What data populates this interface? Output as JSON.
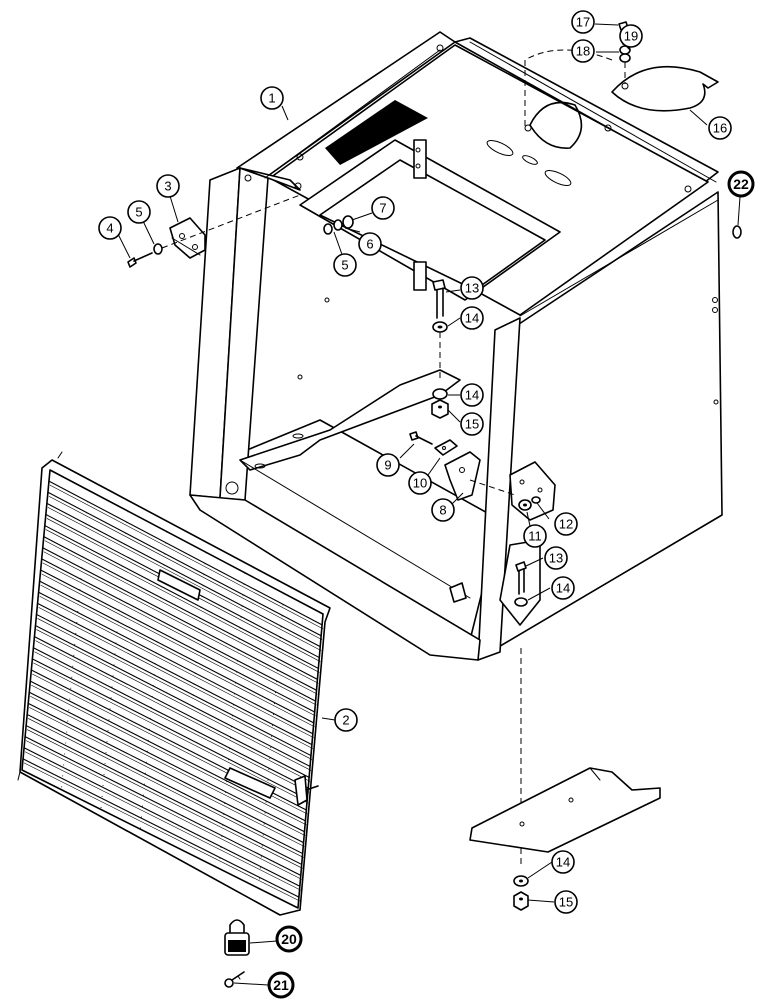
{
  "callouts": [
    {
      "id": "c1",
      "label": "1"
    },
    {
      "id": "c2",
      "label": "2"
    },
    {
      "id": "c3",
      "label": "3"
    },
    {
      "id": "c4",
      "label": "4"
    },
    {
      "id": "c5a",
      "label": "5"
    },
    {
      "id": "c5b",
      "label": "5"
    },
    {
      "id": "c6",
      "label": "6"
    },
    {
      "id": "c7",
      "label": "7"
    },
    {
      "id": "c8",
      "label": "8"
    },
    {
      "id": "c9",
      "label": "9"
    },
    {
      "id": "c10",
      "label": "10"
    },
    {
      "id": "c11",
      "label": "11"
    },
    {
      "id": "c12",
      "label": "12"
    },
    {
      "id": "c13a",
      "label": "13"
    },
    {
      "id": "c13b",
      "label": "13"
    },
    {
      "id": "c14a",
      "label": "14"
    },
    {
      "id": "c14b",
      "label": "14"
    },
    {
      "id": "c14c",
      "label": "14"
    },
    {
      "id": "c14d",
      "label": "14"
    },
    {
      "id": "c15a",
      "label": "15"
    },
    {
      "id": "c15b",
      "label": "15"
    },
    {
      "id": "c16",
      "label": "16"
    },
    {
      "id": "c17",
      "label": "17"
    },
    {
      "id": "c18",
      "label": "18"
    },
    {
      "id": "c19",
      "label": "19"
    },
    {
      "id": "c20",
      "label": "20"
    },
    {
      "id": "c21",
      "label": "21"
    },
    {
      "id": "c22",
      "label": "22"
    }
  ]
}
